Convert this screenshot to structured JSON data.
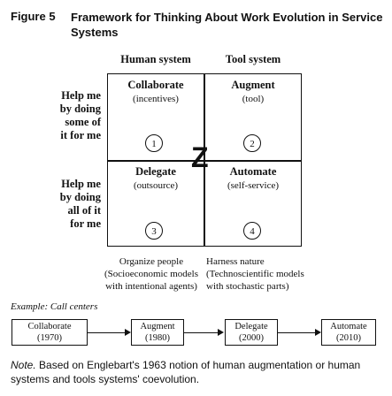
{
  "figure": {
    "label": "Figure 5",
    "title": "Framework for Thinking About Work Evolution in Service Systems"
  },
  "columns": {
    "human": "Human system",
    "tool": "Tool system"
  },
  "rows": {
    "top": [
      "Help me",
      "by doing",
      "some of",
      "it for me"
    ],
    "bottom": [
      "Help me",
      "by doing",
      "all of it",
      "for me"
    ]
  },
  "quadrants": {
    "collaborate": {
      "title": "Collaborate",
      "sub": "(incentives)",
      "num": "1"
    },
    "augment": {
      "title": "Augment",
      "sub": "(tool)",
      "num": "2"
    },
    "delegate": {
      "title": "Delegate",
      "sub": "(outsource)",
      "num": "3"
    },
    "automate": {
      "title": "Automate",
      "sub": "(self-service)",
      "num": "4"
    }
  },
  "z_mark": "Z",
  "under_left": [
    "Organize people",
    "(Socioeconomic models",
    "with intentional agents)"
  ],
  "under_right": [
    "Harness nature",
    "(Technoscientific models",
    "with stochastic parts)"
  ],
  "example": {
    "label": "Example: Call centers",
    "steps": [
      {
        "name": "Collaborate",
        "year": "(1970)"
      },
      {
        "name": "Augment",
        "year": "(1980)"
      },
      {
        "name": "Delegate",
        "year": "(2000)"
      },
      {
        "name": "Automate",
        "year": "(2010)"
      }
    ]
  },
  "note": {
    "label": "Note.",
    "text": " Based on Englebart's 1963 notion of human augmentation or human systems and tools systems' coevolution."
  }
}
